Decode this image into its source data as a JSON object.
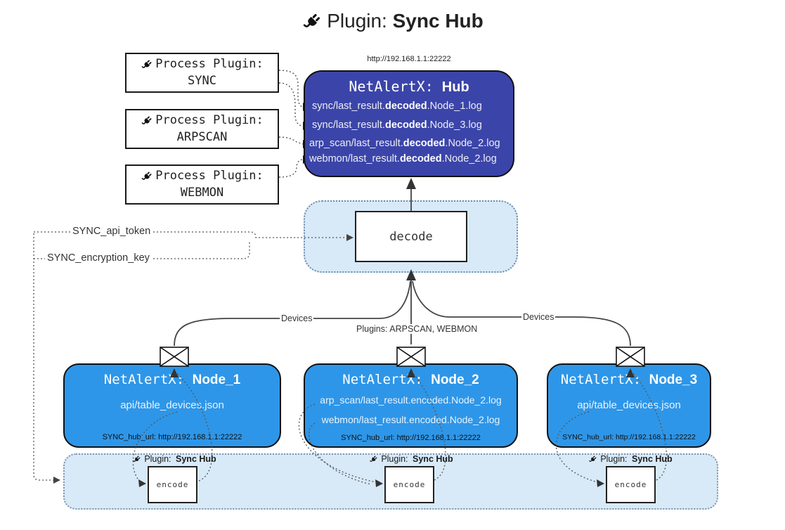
{
  "title": {
    "prefix": "Plugin: ",
    "name": "Sync Hub"
  },
  "icons": {
    "plug": "plug-icon",
    "envelope": "envelope-icon"
  },
  "hub": {
    "url_label": "http://192.168.1.1:22222",
    "title_prefix": "NetAlertX: ",
    "title_name": "Hub",
    "lines": [
      {
        "pre": "sync/last_result.",
        "bold": "decoded",
        "post": ".Node_1.log"
      },
      {
        "pre": "sync/last_result.",
        "bold": "decoded",
        "post": ".Node_3.log"
      },
      {
        "pre": "arp_scan/last_result.",
        "bold": "decoded",
        "post": ".Node_2.log"
      },
      {
        "pre": "webmon/last_result.",
        "bold": "decoded",
        "post": ".Node_2.log"
      }
    ]
  },
  "process_plugins": [
    {
      "label": "Process Plugin:",
      "name": "SYNC"
    },
    {
      "label": "Process Plugin:",
      "name": "ARPSCAN"
    },
    {
      "label": "Process Plugin:",
      "name": "WEBMON"
    }
  ],
  "decode": {
    "label": "decode"
  },
  "config": {
    "api_token": "SYNC_api_token",
    "encryption_key": "SYNC_encryption_key"
  },
  "edges": {
    "devices_left": "Devices",
    "devices_right": "Devices",
    "plugins_mid": "Plugins: ARPSCAN, WEBMON"
  },
  "nodes": [
    {
      "title_prefix": "NetAlertX: ",
      "title_name": "Node_1",
      "lines": [
        "api/table_devices.json"
      ],
      "hub_url": "SYNC_hub_url: http://192.168.1.1:22222"
    },
    {
      "title_prefix": "NetAlertX: ",
      "title_name": "Node_2",
      "lines": [
        "arp_scan/last_result.encoded.Node_2.log",
        "webmon/last_result.encoded.Node_2.log"
      ],
      "hub_url": "SYNC_hub_url: http://192.168.1.1:22222"
    },
    {
      "title_prefix": "NetAlertX: ",
      "title_name": "Node_3",
      "lines": [
        "api/table_devices.json"
      ],
      "hub_url": "SYNC_hub_url: http://192.168.1.1:22222"
    }
  ],
  "sync_band": {
    "plugin_prefix": "Plugin: ",
    "plugin_name": "Sync Hub",
    "encode_label": "encode"
  },
  "colors": {
    "hub_bg": "#3b45a9",
    "node_bg": "#2e96e8",
    "band_bg": "#d8e9f7",
    "band_border": "#7e96b0",
    "solid_line": "#444444",
    "dotted_line": "#555555"
  }
}
